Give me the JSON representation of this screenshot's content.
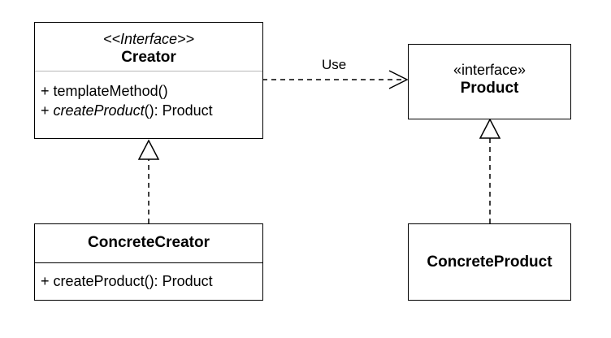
{
  "creator": {
    "stereotype": "<<Interface>>",
    "name": "Creator",
    "op1": "+ templateMethod()",
    "op2_prefix": "+ ",
    "op2_method": "createProduct",
    "op2_suffix": "(): Product"
  },
  "product": {
    "stereotype": "«interface»",
    "name": "Product"
  },
  "concrete_creator": {
    "name": "ConcreteCreator",
    "op1": "+ createProduct(): Product"
  },
  "concrete_product": {
    "name": "ConcreteProduct"
  },
  "relations": {
    "use_label": "Use"
  }
}
